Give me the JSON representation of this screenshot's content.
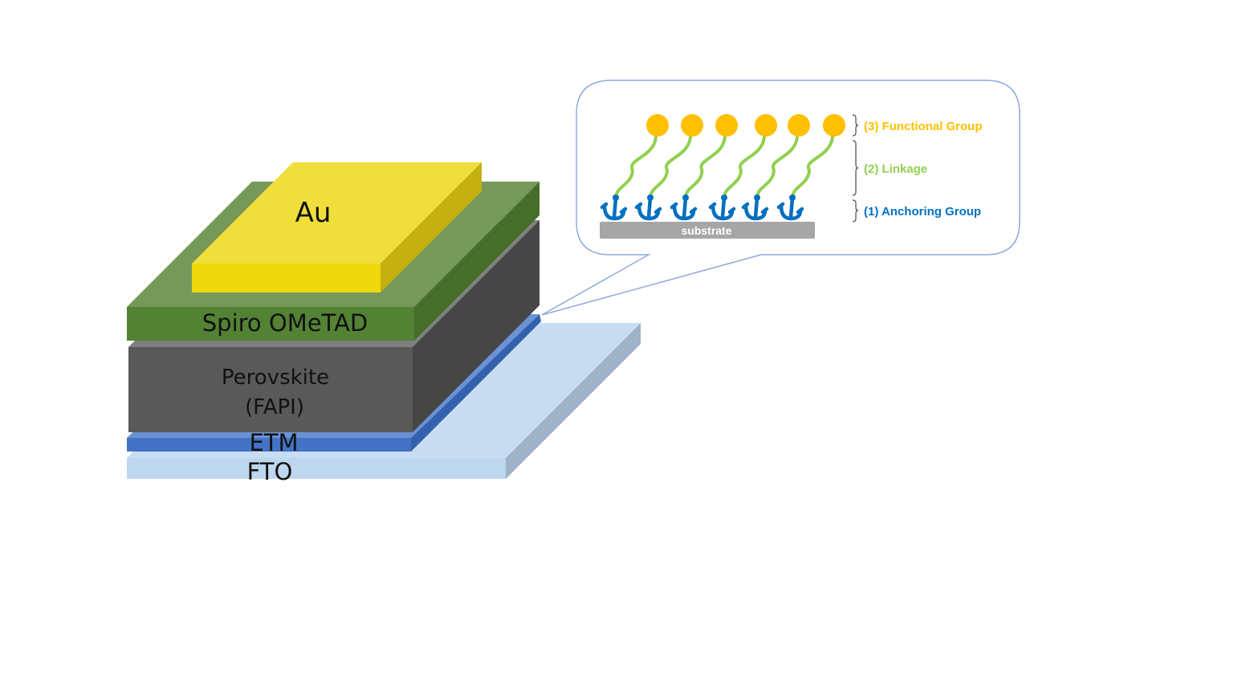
{
  "diagram": {
    "layers": {
      "au": "Au",
      "spiro": "Spiro OMeTAD",
      "perovskite_line1": "Perovskite",
      "perovskite_line2": "(FAPI)",
      "etm": "ETM",
      "fto": "FTO"
    },
    "callout": {
      "substrate_label": "substrate",
      "molecule_count": 6,
      "legend": [
        {
          "label": "(3) Functional Group",
          "color": "#FFC000"
        },
        {
          "label": "(2) Linkage",
          "color": "#92D050"
        },
        {
          "label": "(1) Anchoring Group",
          "color": "#0070C0"
        }
      ]
    },
    "colors": {
      "au_front": "#EED90F",
      "au_top": "#F0DE3C",
      "au_side": "#C4B010",
      "spiro_front": "#548235",
      "spiro_top": "#76995A",
      "spiro_side": "#456E2A",
      "perovskite_front": "#595959",
      "perovskite_top": "#7F7F7F",
      "perovskite_side": "#464646",
      "etm_front": "#4472C4",
      "etm_top": "#6A92D4",
      "etm_side": "#3461AE",
      "fto_front": "#BDD7EE",
      "fto_top": "#C8DDF1",
      "fto_side": "#9EB2C8",
      "callout_border": "#8FAADC",
      "substrate": "#A6A6A6"
    }
  }
}
